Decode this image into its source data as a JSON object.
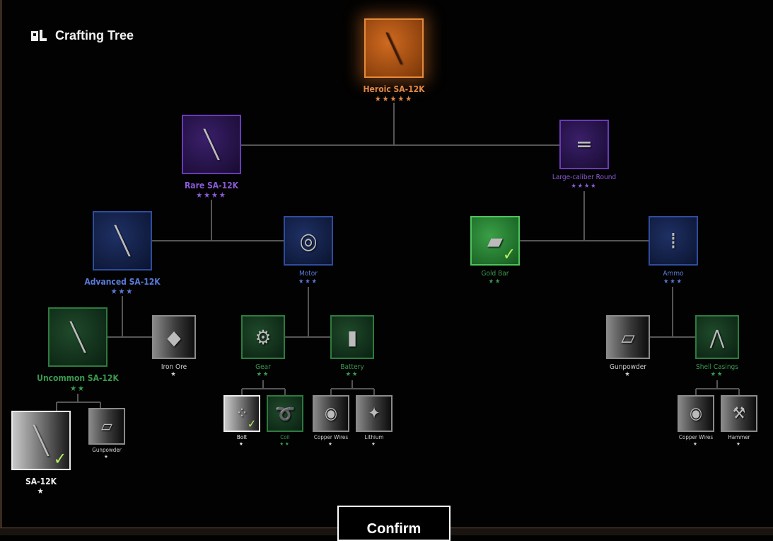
{
  "header": {
    "title": "Crafting Tree"
  },
  "confirm_label": "Confirm",
  "colors": {
    "legendary": "#e58a3a",
    "rare": "#6a3ab8",
    "advanced": "#2f4c9c",
    "uncommon": "#2e7a3e",
    "common": "#8a8a8a",
    "owned_check": "#b8f060"
  },
  "nodes": [
    {
      "label": "Heroic SA-12K",
      "stars": 5,
      "rarity": "orange",
      "icon": "rifle-icon",
      "owned": false
    },
    {
      "label": "Rare SA-12K",
      "stars": 4,
      "rarity": "purple",
      "icon": "rifle-icon",
      "owned": false
    },
    {
      "label": "Large-caliber Round",
      "stars": 4,
      "rarity": "purple",
      "icon": "bullets-icon",
      "owned": false
    },
    {
      "label": "Advanced SA-12K",
      "stars": 3,
      "rarity": "blue",
      "icon": "rifle-icon",
      "owned": false
    },
    {
      "label": "Motor",
      "stars": 3,
      "rarity": "blue",
      "icon": "motor-icon",
      "owned": false
    },
    {
      "label": "Gold Bar",
      "stars": 2,
      "rarity": "green",
      "icon": "gold-bar-icon",
      "owned": true
    },
    {
      "label": "Ammo",
      "stars": 3,
      "rarity": "blue",
      "icon": "ammo-icon",
      "owned": false
    },
    {
      "label": "Uncommon SA-12K",
      "stars": 2,
      "rarity": "green",
      "icon": "rifle-icon",
      "owned": false
    },
    {
      "label": "Iron Ore",
      "stars": 1,
      "rarity": "gray",
      "icon": "ore-icon",
      "owned": false
    },
    {
      "label": "Gear",
      "stars": 2,
      "rarity": "green",
      "icon": "gear-icon",
      "owned": false
    },
    {
      "label": "Battery",
      "stars": 2,
      "rarity": "green",
      "icon": "battery-icon",
      "owned": false
    },
    {
      "label": "Gunpowder",
      "stars": 1,
      "rarity": "gray",
      "icon": "gunpowder-icon",
      "owned": false
    },
    {
      "label": "Shell Casings",
      "stars": 2,
      "rarity": "green",
      "icon": "shell-casings-icon",
      "owned": false
    },
    {
      "label": "SA-12K",
      "stars": 1,
      "rarity": "white",
      "icon": "rifle-icon",
      "owned": true
    },
    {
      "label": "Gunpowder",
      "stars": 1,
      "rarity": "gray",
      "icon": "gunpowder-icon",
      "owned": false
    },
    {
      "label": "Bolt",
      "stars": 1,
      "rarity": "white",
      "icon": "bolt-icon",
      "owned": true
    },
    {
      "label": "Coil",
      "stars": 2,
      "rarity": "green",
      "icon": "coil-icon",
      "owned": false
    },
    {
      "label": "Copper Wires",
      "stars": 1,
      "rarity": "gray",
      "icon": "copper-wires-icon",
      "owned": false
    },
    {
      "label": "Lithium",
      "stars": 1,
      "rarity": "gray",
      "icon": "lithium-icon",
      "owned": false
    },
    {
      "label": "Copper Wires",
      "stars": 1,
      "rarity": "gray",
      "icon": "copper-wires-icon",
      "owned": false
    },
    {
      "label": "Hammer",
      "stars": 1,
      "rarity": "gray",
      "icon": "hammer-icon",
      "owned": false
    }
  ]
}
